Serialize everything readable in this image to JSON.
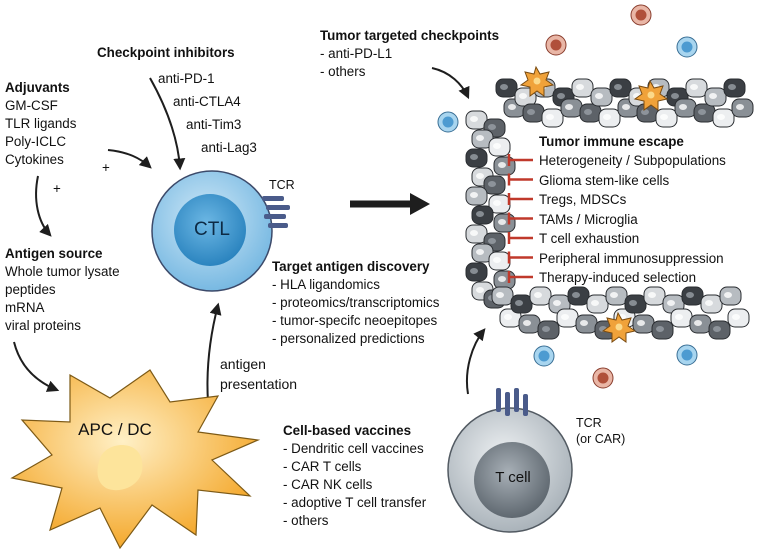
{
  "adjuvants": {
    "title": "Adjuvants",
    "items": [
      "GM-CSF",
      "TLR ligands",
      "Poly-ICLC",
      "Cytokines"
    ],
    "plus_a": "+",
    "plus_b": "+"
  },
  "checkpoint_inhibitors": {
    "title": "Checkpoint inhibitors",
    "items": [
      "anti-PD-1",
      "anti-CTLA4",
      "anti-Tim3",
      "anti-Lag3"
    ]
  },
  "tumor_targeted_checkpoints": {
    "title": "Tumor targeted checkpoints",
    "items": [
      "- anti-PD-L1",
      "- others"
    ]
  },
  "antigen_source": {
    "title": "Antigen source",
    "items": [
      "Whole tumor lysate",
      "peptides",
      "mRNA",
      "viral proteins"
    ]
  },
  "ctl": {
    "label": "CTL",
    "receptor_label": "TCR"
  },
  "target_antigen_discovery": {
    "title": "Target antigen discovery",
    "items": [
      "- HLA ligandomics",
      "- proteomics/transcriptomics",
      "- tumor-specifc neoepitopes",
      "- personalized predictions"
    ]
  },
  "apc": {
    "label": "APC / DC"
  },
  "antigen_presentation": {
    "line1": "antigen",
    "line2": "presentation"
  },
  "cell_based_vaccines": {
    "title": "Cell-based vaccines",
    "items": [
      "- Dendritic cell vaccines",
      "- CAR T cells",
      "- CAR NK cells",
      "- adoptive T cell transfer",
      "- others"
    ]
  },
  "t_cell": {
    "label": "T cell",
    "receptor_line1": "TCR",
    "receptor_line2": "(or CAR)"
  },
  "tumor_escape": {
    "title": "Tumor immune escape",
    "items": [
      "Heterogeneity / Subpopulations",
      "Glioma stem-like cells",
      "Tregs, MDSCs",
      "TAMs / Microglia",
      "T cell exhaustion",
      "Peripheral immunosuppression",
      "Therapy-induced selection"
    ]
  },
  "colors": {
    "ctl_fill": "#8ec8ea",
    "ctl_nucleus": "#3a97d0",
    "apc_fill": "#f6b23a",
    "apc_nucleus": "#fbe29a",
    "tcell_fill": "#c4cbd0",
    "tcell_nucleus": "#7a838b",
    "receptor": "#4a5b8a",
    "inhibit": "#c0392b",
    "arrow": "#1e1e1e"
  }
}
